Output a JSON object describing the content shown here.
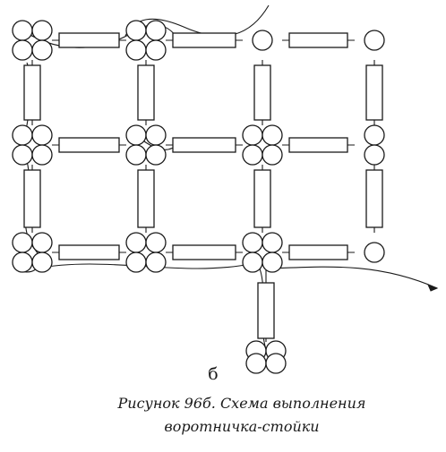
{
  "figure": {
    "panel_letter": "б",
    "caption_line1": "Рисунок 96б. Схема выполнения",
    "caption_line2": "воротничка-стойки"
  },
  "colors": {
    "ink": "#1a1a1a",
    "background": "#ffffff"
  },
  "scheme": {
    "rows": 3,
    "columns": 4,
    "clusters": [
      {
        "row": 0,
        "col": 0,
        "beads": 4
      },
      {
        "row": 0,
        "col": 1,
        "beads": 4
      },
      {
        "row": 0,
        "col": 2,
        "beads": 1
      },
      {
        "row": 0,
        "col": 3,
        "beads": 1
      },
      {
        "row": 1,
        "col": 0,
        "beads": 4
      },
      {
        "row": 1,
        "col": 1,
        "beads": 4
      },
      {
        "row": 1,
        "col": 2,
        "beads": 4
      },
      {
        "row": 1,
        "col": 3,
        "beads": 2
      },
      {
        "row": 2,
        "col": 0,
        "beads": 4
      },
      {
        "row": 2,
        "col": 1,
        "beads": 4
      },
      {
        "row": 2,
        "col": 2,
        "beads": 4
      },
      {
        "row": 2,
        "col": 3,
        "beads": 1
      }
    ],
    "tail_beads": 4
  }
}
